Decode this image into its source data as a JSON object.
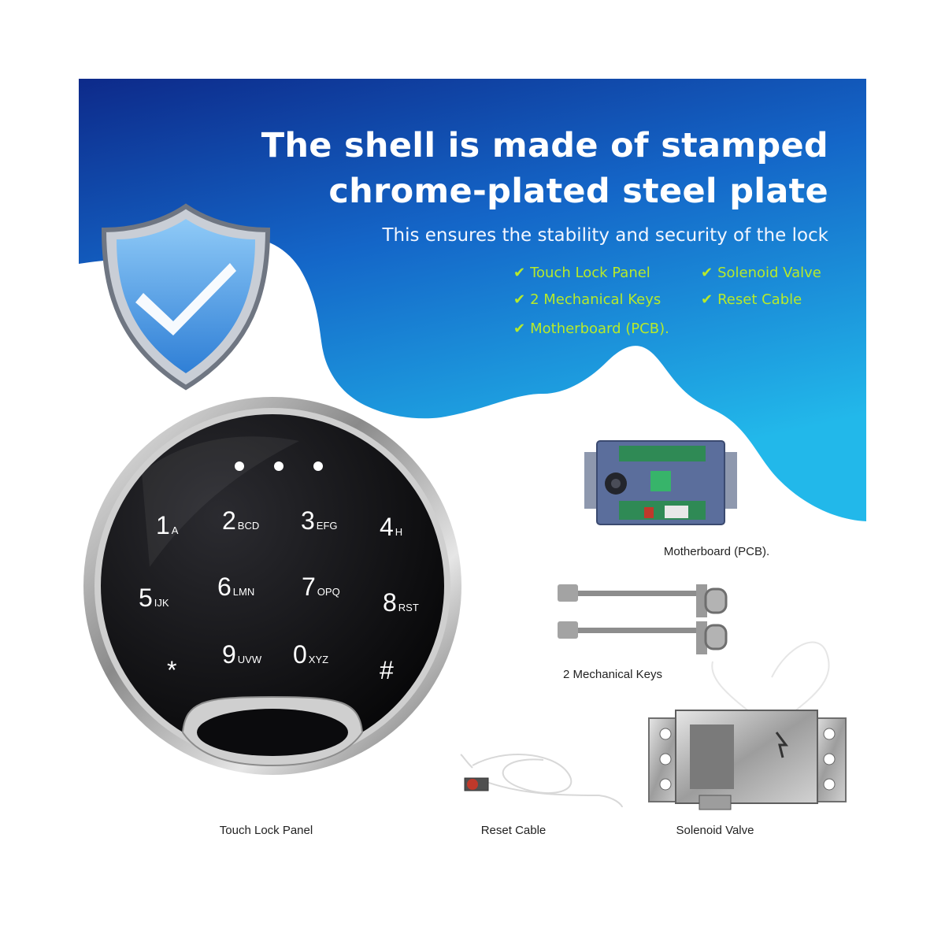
{
  "headline": {
    "line1": "The shell is made of stamped",
    "line2": "chrome-plated steel plate",
    "subtitle": "This ensures the stability and security of the lock"
  },
  "features": [
    {
      "check": "✔",
      "label": "Touch Lock Panel"
    },
    {
      "check": "✔",
      "label": "Solenoid Valve"
    },
    {
      "check": "✔",
      "label": "2 Mechanical Keys"
    },
    {
      "check": "✔",
      "label": "Reset Cable"
    },
    {
      "check": "✔",
      "label": "Motherboard (PCB)."
    }
  ],
  "keypad": {
    "keys": [
      {
        "digit": "1",
        "letters": "A"
      },
      {
        "digit": "2",
        "letters": "BCD"
      },
      {
        "digit": "3",
        "letters": "EFG"
      },
      {
        "digit": "4",
        "letters": "H"
      },
      {
        "digit": "5",
        "letters": "IJK"
      },
      {
        "digit": "6",
        "letters": "LMN"
      },
      {
        "digit": "7",
        "letters": "OPQ"
      },
      {
        "digit": "8",
        "letters": "RST"
      },
      {
        "digit": "*",
        "letters": ""
      },
      {
        "digit": "9",
        "letters": "UVW"
      },
      {
        "digit": "0",
        "letters": "XYZ"
      },
      {
        "digit": "#",
        "letters": ""
      }
    ]
  },
  "captions": {
    "touch_panel": "Touch Lock Panel",
    "motherboard": "Motherboard (PCB).",
    "keys": "2 Mechanical Keys",
    "reset_cable": "Reset Cable",
    "solenoid": "Solenoid Valve"
  },
  "icons": {
    "shield": "shield-check-icon"
  },
  "colors": {
    "banner_dark": "#0b2f8f",
    "banner_light": "#1fb1e8",
    "feature_green": "#b7ea2a",
    "panel_black": "#0a0a0c",
    "pcb_blue": "#5b6e9c"
  }
}
